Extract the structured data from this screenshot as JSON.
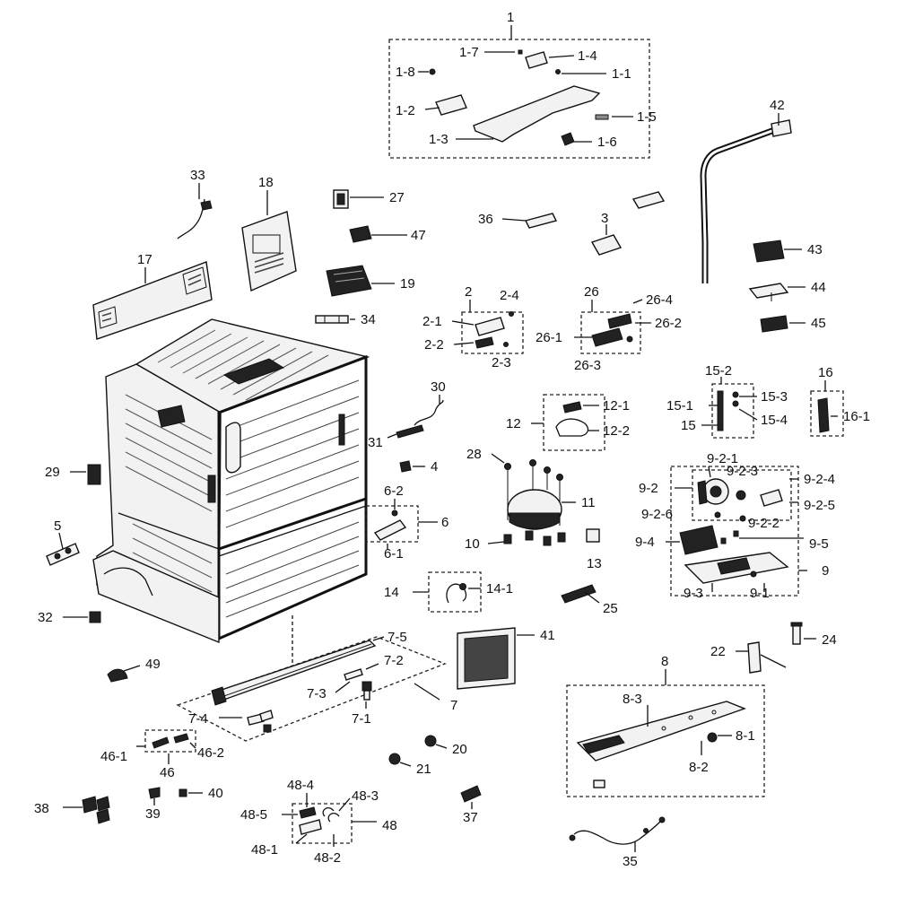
{
  "callouts": {
    "c1": "1",
    "c1_1": "1-1",
    "c1_2": "1-2",
    "c1_3": "1-3",
    "c1_4": "1-4",
    "c1_5": "1-5",
    "c1_6": "1-6",
    "c1_7": "1-7",
    "c1_8": "1-8",
    "c2": "2",
    "c2_1": "2-1",
    "c2_2": "2-2",
    "c2_3": "2-3",
    "c2_4": "2-4",
    "c3": "3",
    "c4": "4",
    "c5": "5",
    "c6": "6",
    "c6_1": "6-1",
    "c6_2": "6-2",
    "c7": "7",
    "c7_1": "7-1",
    "c7_2": "7-2",
    "c7_3": "7-3",
    "c7_4": "7-4",
    "c7_5": "7-5",
    "c8": "8",
    "c8_1": "8-1",
    "c8_2": "8-2",
    "c8_3": "8-3",
    "c9": "9",
    "c9_1": "9-1",
    "c9_2": "9-2",
    "c9_2_1": "9-2-1",
    "c9_2_2": "9-2-2",
    "c9_2_3": "9-2-3",
    "c9_2_4": "9-2-4",
    "c9_2_5": "9-2-5",
    "c9_2_6": "9-2-6",
    "c9_3": "9-3",
    "c9_4": "9-4",
    "c9_5": "9-5",
    "c10": "10",
    "c11": "11",
    "c12": "12",
    "c12_1": "12-1",
    "c12_2": "12-2",
    "c13": "13",
    "c14": "14",
    "c14_1": "14-1",
    "c15": "15",
    "c15_1": "15-1",
    "c15_2": "15-2",
    "c15_3": "15-3",
    "c15_4": "15-4",
    "c16": "16",
    "c16_1": "16-1",
    "c17": "17",
    "c18": "18",
    "c19": "19",
    "c20": "20",
    "c21": "21",
    "c22": "22",
    "c24": "24",
    "c25": "25",
    "c26": "26",
    "c26_1": "26-1",
    "c26_2": "26-2",
    "c26_3": "26-3",
    "c26_4": "26-4",
    "c27": "27",
    "c28": "28",
    "c29": "29",
    "c30": "30",
    "c31": "31",
    "c32": "32",
    "c33": "33",
    "c34": "34",
    "c35": "35",
    "c36": "36",
    "c37": "37",
    "c38": "38",
    "c39": "39",
    "c40": "40",
    "c41": "41",
    "c42": "42",
    "c43": "43",
    "c44": "44",
    "c45": "45",
    "c46": "46",
    "c46_1": "46-1",
    "c46_2": "46-2",
    "c47": "47",
    "c48": "48",
    "c48_1": "48-1",
    "c48_2": "48-2",
    "c48_3": "48-3",
    "c48_4": "48-4",
    "c48_5": "48-5",
    "c49": "49"
  }
}
